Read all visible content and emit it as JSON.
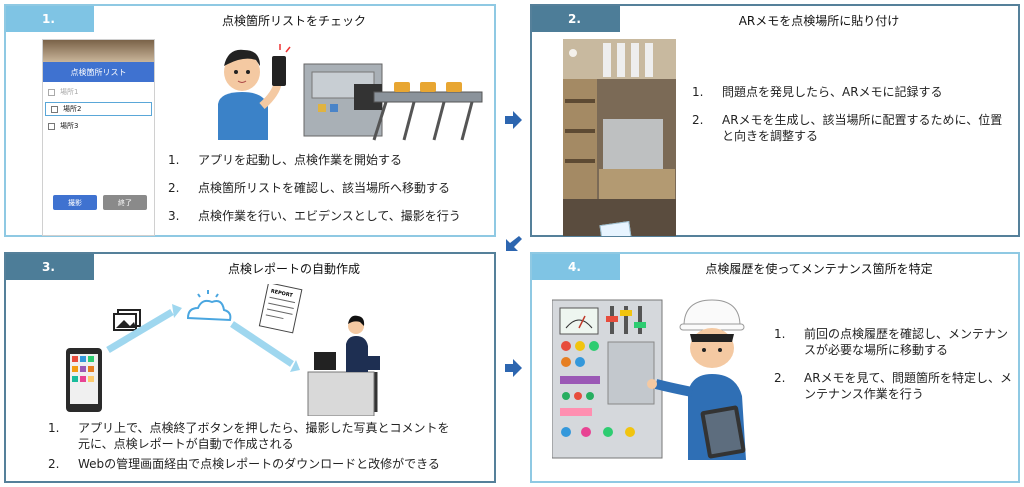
{
  "panels": [
    {
      "number": "1.",
      "title": "点検箇所リストをチェック",
      "steps": [
        {
          "n": "1.",
          "text": "アプリを起動し、点検作業を開始する"
        },
        {
          "n": "2.",
          "text": "点検箇所リストを確認し、該当場所へ移動する"
        },
        {
          "n": "3.",
          "text": "点検作業を行い、エビデンスとして、撮影を行う"
        }
      ],
      "phone": {
        "header": "点検箇所リスト",
        "items": [
          {
            "label": "場所1",
            "state": "done"
          },
          {
            "label": "場所2",
            "state": "selected"
          },
          {
            "label": "場所3",
            "state": "open"
          }
        ],
        "shoot_button": "撮影",
        "finish_button": "終了"
      }
    },
    {
      "number": "2.",
      "title": "ARメモを点検場所に貼り付け",
      "steps": [
        {
          "n": "1.",
          "text": "問題点を発見したら、ARメモに記録する"
        },
        {
          "n": "2.",
          "text": "ARメモを生成し、該当場所に配置するために、位置と向きを調整する"
        }
      ]
    },
    {
      "number": "3.",
      "title": "点検レポートの自動作成",
      "steps": [
        {
          "n": "1.",
          "text": "アプリ上で、点検終了ボタンを押したら、撮影した写真とコメントを元に、点検レポートが自動で作成される"
        },
        {
          "n": "2.",
          "text": "Webの管理画面経由で点検レポートのダウンロードと改修ができる"
        }
      ],
      "report_label": "REPORT"
    },
    {
      "number": "4.",
      "title": "点検履歴を使ってメンテナンス箇所を特定",
      "steps": [
        {
          "n": "1.",
          "text": "前回の点検履歴を確認し、メンテナンスが必要な場所に移動する"
        },
        {
          "n": "2.",
          "text": "ARメモを見て、問題箇所を特定し、メンテナンス作業を行う"
        }
      ]
    }
  ],
  "colors": {
    "light_border": "#8fc9e3",
    "dark_border": "#55809a",
    "arrow": "#2d66b0",
    "phone_accent": "#3f72d0"
  }
}
